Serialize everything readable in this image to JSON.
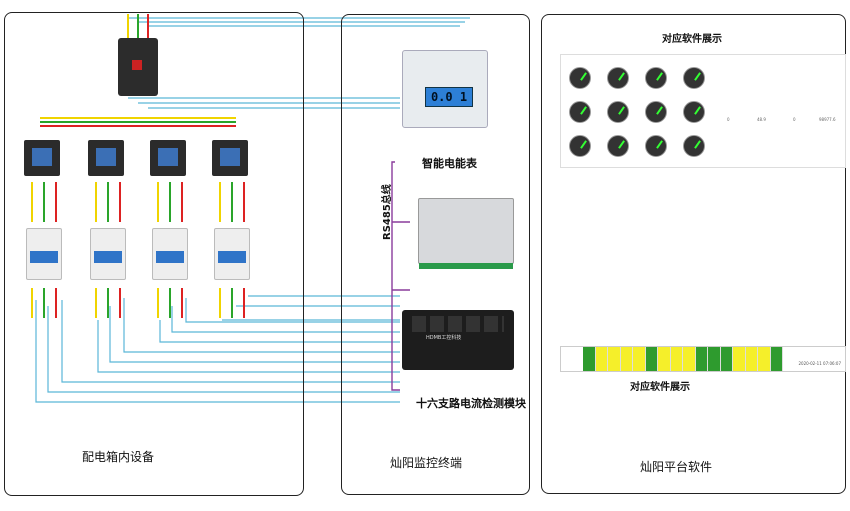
{
  "panels": {
    "left_caption": "配电箱内设备",
    "mid_caption": "灿阳监控终端",
    "right_caption": "灿阳平台软件"
  },
  "devices": {
    "meter_label": "智能电能表",
    "meter_display": "0.0 1",
    "bus_label": "RS485总线",
    "module_label": "十六支路电流检测模块",
    "module_brand": "HDMB工控科技"
  },
  "software": {
    "top_title": "对应软件展示",
    "bottom_title": "对应软件展示"
  },
  "table1": {
    "values": [
      "0",
      "48.9",
      "0",
      "98977.6"
    ]
  },
  "table2": {
    "cells": [
      "OFF",
      "ON",
      "ON",
      "ON",
      "ON",
      "OFF",
      "ON",
      "ON",
      "ON",
      "OFF",
      "OFF",
      "OFF",
      "ON",
      "ON",
      "ON",
      "OFF"
    ],
    "time": "2020-02-11 07:06:07"
  },
  "colors": {
    "yellow": "#f0d400",
    "green": "#2aa52a",
    "red": "#d22",
    "blue": "#4aa3d8",
    "cyan": "#46c2c2",
    "purple": "#8a3c9c"
  }
}
